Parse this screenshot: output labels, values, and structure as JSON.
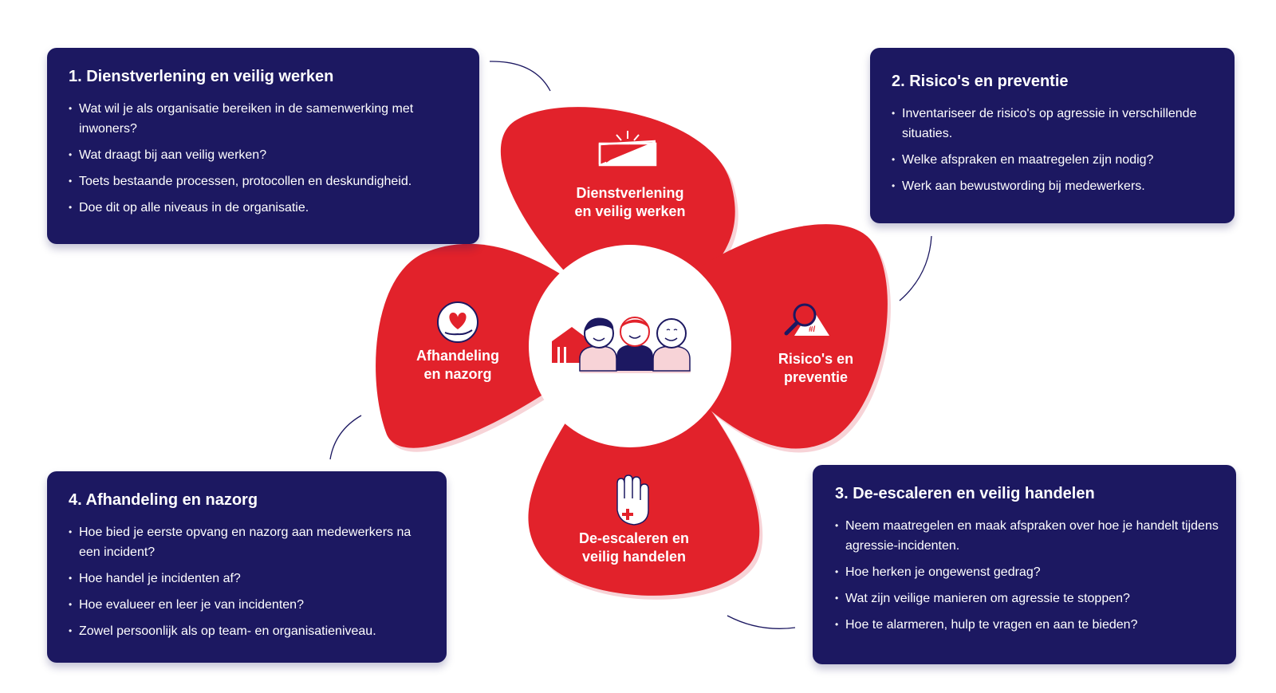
{
  "center_label": "",
  "petals": [
    {
      "id": "dienstverlening",
      "line1": "Dienstverlening",
      "line2": "en veilig werken",
      "icon": "road-icon"
    },
    {
      "id": "risicos",
      "line1": "Risico's en",
      "line2": "preventie",
      "icon": "magnifier-warning-icon"
    },
    {
      "id": "deescaleren",
      "line1": "De-escaleren en",
      "line2": "veilig handelen",
      "icon": "stop-hand-icon"
    },
    {
      "id": "afhandeling",
      "line1": "Afhandeling",
      "line2": "en nazorg",
      "icon": "heart-hand-icon"
    }
  ],
  "boxes": [
    {
      "title": "1. Dienstverlening en veilig werken",
      "bullets": [
        "Wat wil je als organisatie bereiken in de samenwerking met inwoners?",
        "Wat draagt bij aan veilig werken?",
        "Toets bestaande processen, protocollen en deskundigheid.",
        "Doe dit op alle niveaus in de organisatie."
      ]
    },
    {
      "title": "2. Risico's en preventie",
      "bullets": [
        "Inventariseer de risico's op agressie in verschillende situaties.",
        "Welke afspraken en maatregelen zijn nodig?",
        "Werk aan bewustwording bij medewerkers."
      ]
    },
    {
      "title": "3. De-escaleren en veilig handelen",
      "bullets": [
        "Neem maatregelen en maak afspraken over hoe je handelt tijdens agressie-incidenten.",
        "Hoe herken je ongewenst gedrag?",
        "Wat zijn veilige manieren om agressie te stoppen?",
        "Hoe te alarmeren, hulp te vragen en aan te bieden?"
      ]
    },
    {
      "title": "4. Afhandeling en nazorg",
      "bullets": [
        "Hoe bied je eerste opvang en nazorg aan medewerkers na een incident?",
        "Hoe handel je incidenten af?",
        "Hoe evalueer en leer je van incidenten?",
        "Zowel persoonlijk als op team- en organisatieniveau."
      ]
    }
  ],
  "colors": {
    "navy": "#1c1861",
    "red": "#e2222b",
    "pale_pink": "#f7d3d7",
    "white": "#ffffff"
  }
}
